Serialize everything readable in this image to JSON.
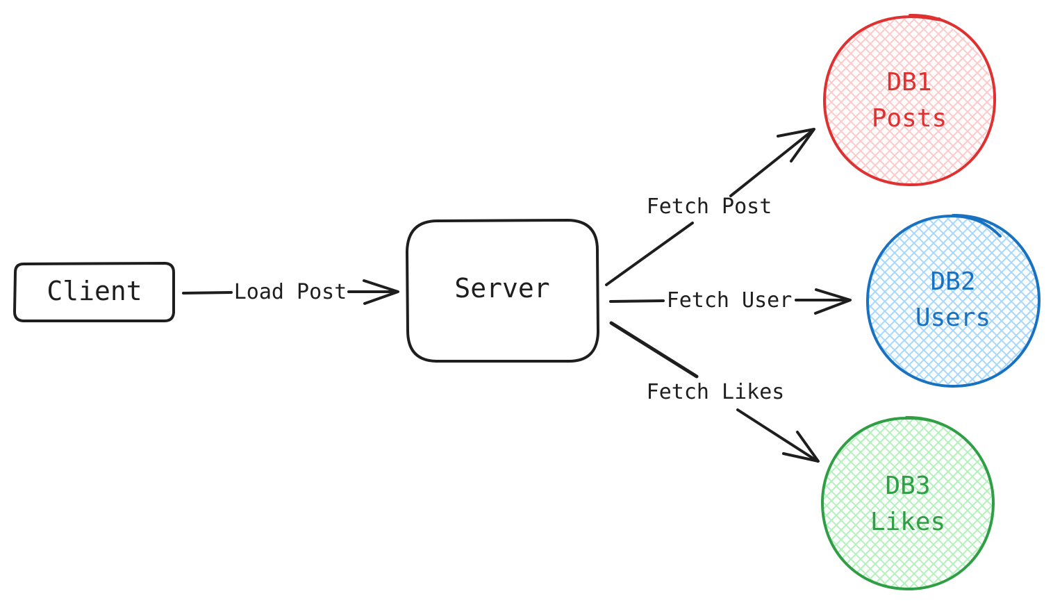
{
  "nodes": {
    "client": {
      "label": "Client"
    },
    "server": {
      "label": "Server"
    },
    "db1": {
      "name": "DB1",
      "label": "Posts"
    },
    "db2": {
      "name": "DB2",
      "label": "Users"
    },
    "db3": {
      "name": "DB3",
      "label": "Likes"
    }
  },
  "edges": {
    "load_post": "Load Post",
    "fetch_post": "Fetch Post",
    "fetch_user": "Fetch User",
    "fetch_likes": "Fetch Likes"
  },
  "colors": {
    "ink": "#1e1e1e",
    "db1_stroke": "#e03131",
    "db1_fill": "#ffc9c9",
    "db2_stroke": "#1971c2",
    "db2_fill": "#a5d8ff",
    "db3_stroke": "#2f9e44",
    "db3_fill": "#b2f2bb"
  }
}
